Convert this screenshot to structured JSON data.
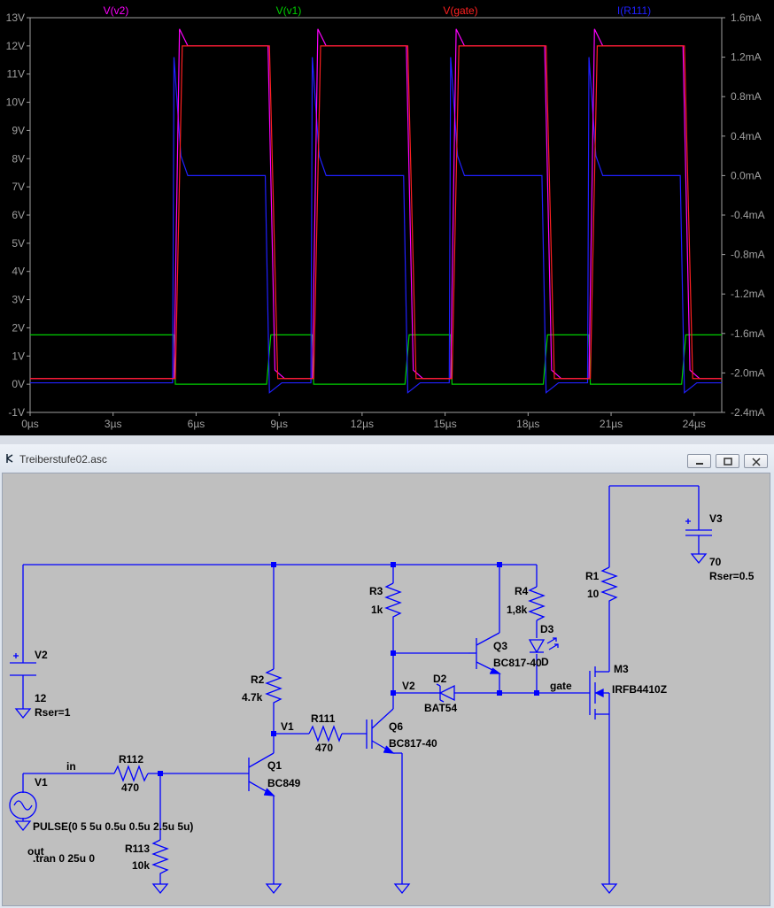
{
  "chart_data": {
    "type": "line",
    "series": [
      {
        "name": "V(v2)",
        "color": "#ff00ff"
      },
      {
        "name": "V(v1)",
        "color": "#00d000"
      },
      {
        "name": "V(gate)",
        "color": "#ff2020"
      },
      {
        "name": "I(R111)",
        "color": "#2020ff"
      }
    ],
    "x_ticks": [
      "0µs",
      "3µs",
      "6µs",
      "9µs",
      "12µs",
      "15µs",
      "18µs",
      "21µs",
      "24µs"
    ],
    "x_tick_values": [
      0,
      3,
      6,
      9,
      12,
      15,
      18,
      21,
      24
    ],
    "xlim": [
      0,
      25
    ],
    "y_left_ticks": [
      "13V",
      "12V",
      "11V",
      "10V",
      "9V",
      "8V",
      "7V",
      "6V",
      "5V",
      "4V",
      "3V",
      "2V",
      "1V",
      "0V",
      "-1V"
    ],
    "y_left_values": [
      13,
      12,
      11,
      10,
      9,
      8,
      7,
      6,
      5,
      4,
      3,
      2,
      1,
      0,
      -1
    ],
    "ylim_left": [
      -1,
      13
    ],
    "y_right_ticks": [
      "1.6mA",
      "1.2mA",
      "0.8mA",
      "0.4mA",
      "0.0mA",
      "-0.4mA",
      "-0.8mA",
      "-1.2mA",
      "-1.6mA",
      "-2.0mA",
      "-2.4mA"
    ],
    "y_right_values": [
      1.6,
      1.2,
      0.8,
      0.4,
      0.0,
      -0.4,
      -0.8,
      -1.2,
      -1.6,
      -2.0,
      -2.4
    ],
    "ylim_right": [
      -2.4,
      1.6
    ],
    "pulse_rises_us": [
      5.2,
      10.2,
      15.2,
      20.2
    ],
    "pulse_falls_us": [
      8.6,
      13.6,
      18.6,
      23.6
    ],
    "v_high": 12,
    "v_low": 0.2,
    "v1_high": 1.75,
    "v1_low": 0,
    "i_high_mA": 0.0,
    "i_low_mA": -2.1,
    "grid": false,
    "legend": "top"
  },
  "window": {
    "title": "Treiberstufe02.asc",
    "minimize_label": "minimize",
    "maximize_label": "maximize",
    "close_label": "close"
  },
  "schematic": {
    "components": {
      "V2": {
        "name": "V2",
        "value": "12",
        "extra": "Rser=1"
      },
      "V1": {
        "name": "V1",
        "value": "PULSE(0 5 5u 0.5u 0.5u 2.5u 5u)"
      },
      "V3": {
        "name": "V3",
        "value": "70",
        "extra": "Rser=0.5"
      },
      "R112": {
        "name": "R112",
        "value": "470"
      },
      "R113": {
        "name": "R113",
        "value": "10k"
      },
      "R2": {
        "name": "R2",
        "value": "4.7k"
      },
      "R111": {
        "name": "R111",
        "value": "470"
      },
      "R3": {
        "name": "R3",
        "value": "1k"
      },
      "R4": {
        "name": "R4",
        "value": "1,8k"
      },
      "R1": {
        "name": "R1",
        "value": "10"
      },
      "Q1": {
        "name": "Q1",
        "value": "BC849"
      },
      "Q6": {
        "name": "Q6",
        "value": "BC817-40"
      },
      "Q3": {
        "name": "Q3",
        "value": "BC817-40"
      },
      "D2": {
        "name": "D2",
        "value": "BAT54"
      },
      "D3": {
        "name": "D3",
        "value": "D"
      },
      "M3": {
        "name": "M3",
        "value": "IRFB4410Z"
      }
    },
    "nets": {
      "in": "in",
      "v1": "V1",
      "v2": "V2",
      "gate": "gate",
      "out": "out"
    },
    "directive": ".tran 0 25u 0"
  }
}
